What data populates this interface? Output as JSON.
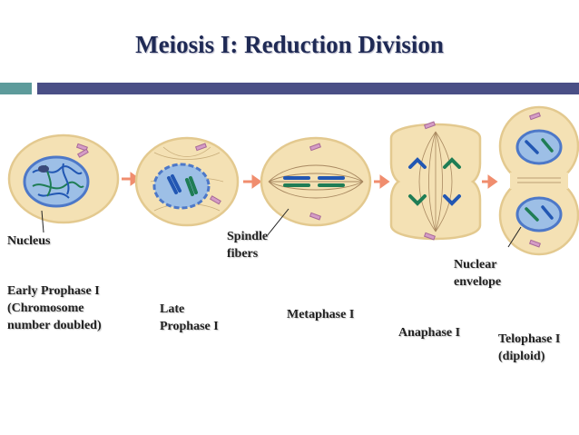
{
  "title": "Meiosis I: Reduction Division",
  "colors": {
    "title": "#1f2a55",
    "bar_left": "#5d9b9b",
    "bar_main": "#4a4f86",
    "cytoplasm": "#f4e1b4",
    "cell_outline": "#e3c98f",
    "nucleus": "#4d78c8",
    "chromosome_blue": "#2257b3",
    "chromosome_green": "#1f7d55",
    "centriole": "#d59cc6",
    "arrow": "#f08d6e"
  },
  "labels": {
    "nucleus": "Nucleus",
    "spindle": "Spindle\nfibers",
    "nuclear_envelope": "Nuclear\nenvelope",
    "stage1": "Early Prophase I\n(Chromosome\nnumber doubled)",
    "stage2": "Late\nProphase I",
    "stage3": "Metaphase I",
    "stage4": "Anaphase I",
    "stage5": "Telophase I\n(diploid)"
  }
}
